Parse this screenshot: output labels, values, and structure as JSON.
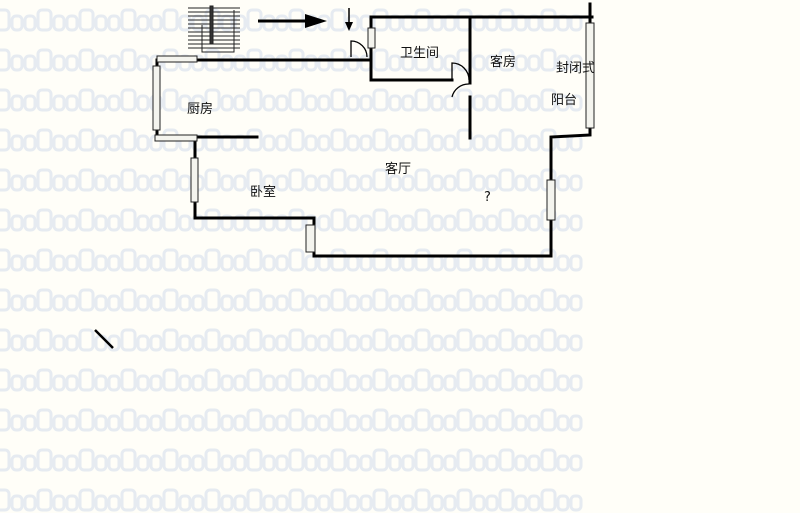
{
  "watermark": {
    "text": "SouFunSouFunSouFunSouFunSouFunSouFunSouFun",
    "color": "#c8d4e8"
  },
  "rooms": {
    "bathroom": "卫生间",
    "guest_room": "客房",
    "balcony_line1": "封闭式",
    "balcony_line2": "阳台",
    "kitchen": "厨房",
    "living_room": "客厅",
    "bedroom": "卧室",
    "unknown": "?"
  }
}
